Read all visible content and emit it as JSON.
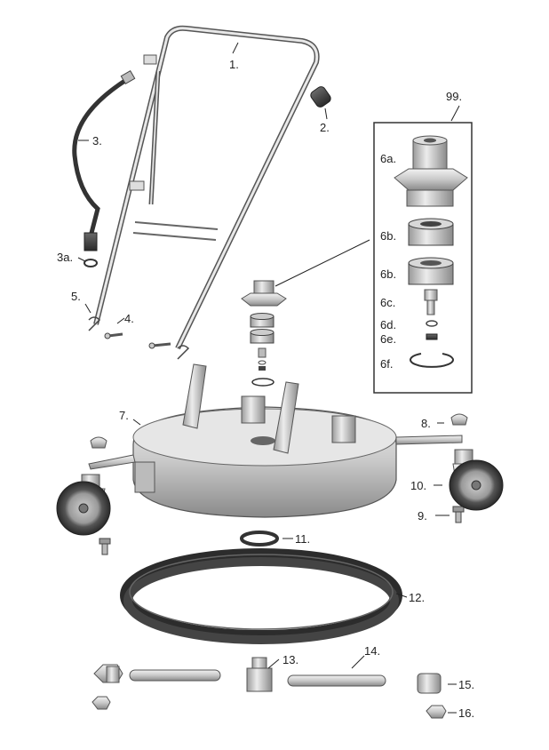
{
  "callouts": {
    "c1": "1.",
    "c2": "2.",
    "c3": "3.",
    "c3a": "3a.",
    "c4": "4.",
    "c5": "5.",
    "c99": "99.",
    "c6a": "6a.",
    "c6b_1": "6b.",
    "c6b_2": "6b.",
    "c6c": "6c.",
    "c6d": "6d.",
    "c6e": "6e.",
    "c6f": "6f.",
    "c7": "7.",
    "c8": "8.",
    "c9": "9.",
    "c10": "10.",
    "c11": "11.",
    "c12": "12.",
    "c13": "13.",
    "c14": "14.",
    "c15": "15.",
    "c16": "16."
  },
  "colors": {
    "metal_light": "#e6e6e6",
    "metal_mid": "#bdbdbd",
    "metal_dark": "#7a7a7a",
    "rubber": "#3a3a3a",
    "line": "#222222"
  }
}
